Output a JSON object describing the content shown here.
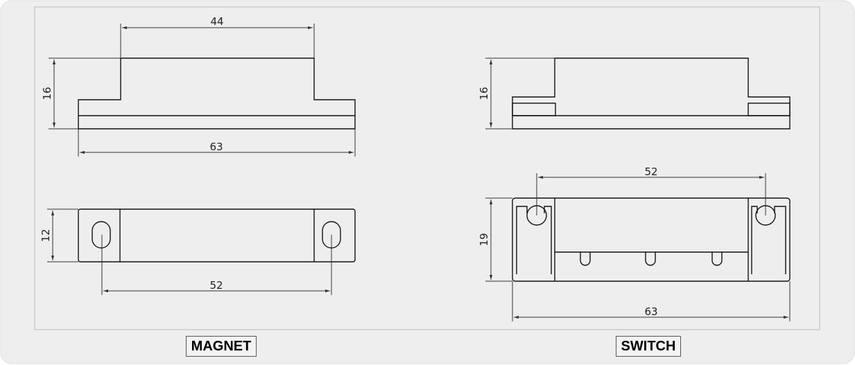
{
  "colors": {
    "panel_background": "#eeeeee",
    "line": "#111111",
    "dimension_line": "#333333"
  },
  "magnet": {
    "label": "MAGNET",
    "side_view": {
      "height_dim": "16",
      "top_width_dim": "44",
      "overall_width_dim": "63"
    },
    "top_view": {
      "height_dim": "12",
      "hole_spacing_dim": "52"
    }
  },
  "switch": {
    "label": "SWITCH",
    "side_view": {
      "height_dim": "16"
    },
    "top_view": {
      "height_dim": "19",
      "hole_spacing_dim": "52",
      "overall_width_dim": "63"
    }
  }
}
